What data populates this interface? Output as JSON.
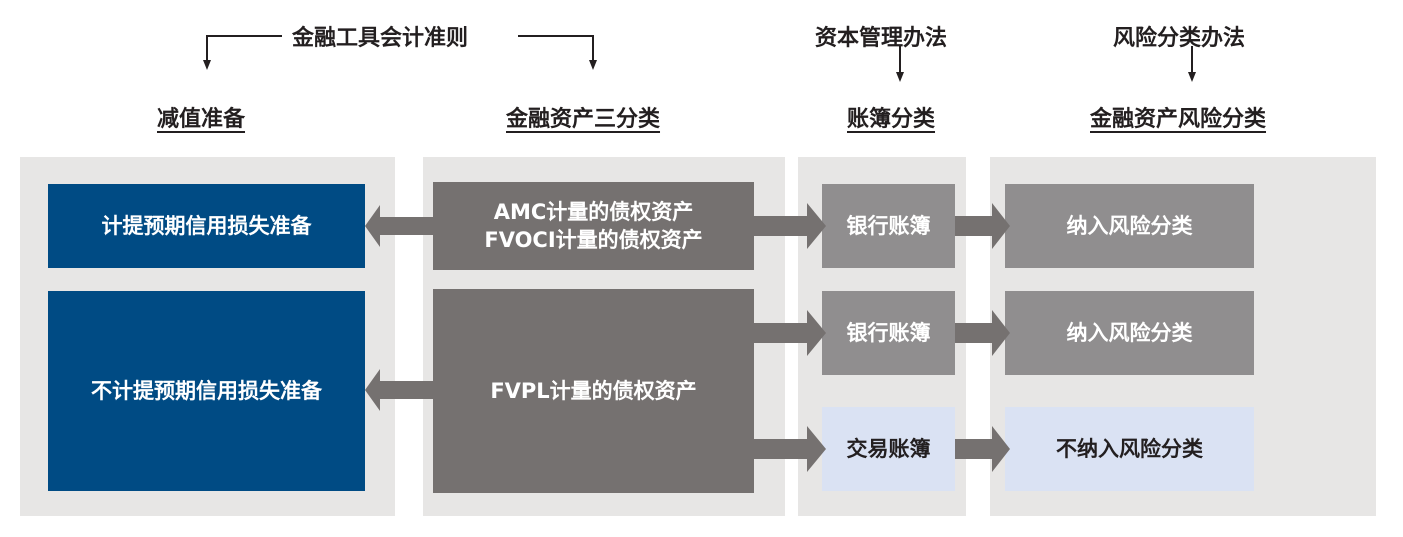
{
  "headers": {
    "accounting_standard": "金融工具会计准则",
    "capital_rule": "资本管理办法",
    "risk_rule": "风险分类办法"
  },
  "columns": [
    {
      "title": "减值准备"
    },
    {
      "title": "金融资产三分类"
    },
    {
      "title": "账簿分类"
    },
    {
      "title": "金融资产风险分类"
    }
  ],
  "impairment": {
    "provision": "计提预期信用损失准备",
    "no_provision": "不计提预期信用损失准备"
  },
  "classification": {
    "amortized": [
      "AMC计量的债权资产",
      "FVOCI计量的债权资产"
    ],
    "fvpl": "FVPL计量的债权资产"
  },
  "books": {
    "banking_1": "银行账簿",
    "banking_2": "银行账簿",
    "trading": "交易账簿"
  },
  "risk": {
    "included_1": "纳入风险分类",
    "included_2": "纳入风险分类",
    "excluded": "不纳入风险分类"
  },
  "colors": {
    "impairment_blue": "#004b84",
    "classification_gray": "#757170",
    "book_gray": "#908e8f",
    "trading_light": "#dae2f3",
    "panel": "#e7e6e5",
    "arrow": "#757170"
  }
}
